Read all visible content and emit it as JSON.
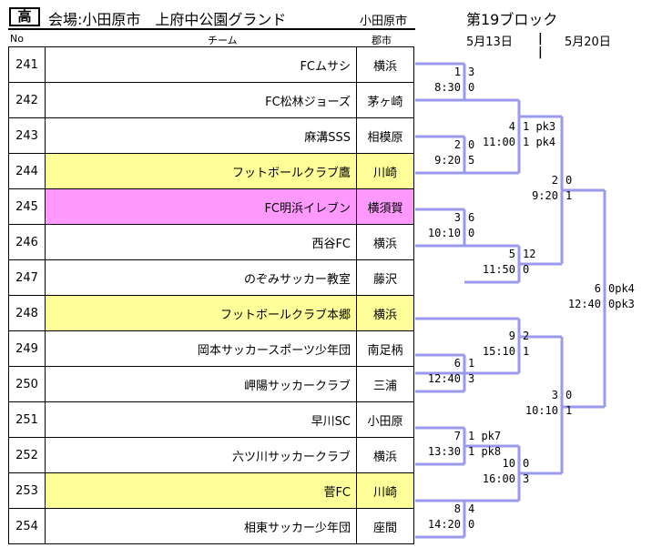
{
  "header": {
    "badge": "高",
    "venue": "会場:小田原市　上府中公園グランド",
    "region": "小田原市",
    "block": "第19ブロック",
    "date1": "5月13日",
    "separator": "|",
    "date2": "5月20日",
    "col_no": "No",
    "col_team": "チーム",
    "col_city": "郡市"
  },
  "teams": [
    {
      "no": "241",
      "name": "FCムサシ",
      "city": "横浜",
      "bg": "white"
    },
    {
      "no": "242",
      "name": "FC松林ジョーズ",
      "city": "茅ヶ崎",
      "bg": "white"
    },
    {
      "no": "243",
      "name": "麻溝SSS",
      "city": "相模原",
      "bg": "white"
    },
    {
      "no": "244",
      "name": "フットボールクラブ鷹",
      "city": "川崎",
      "bg": "yellow"
    },
    {
      "no": "245",
      "name": "FC明浜イレブン",
      "city": "横須賀",
      "bg": "pink"
    },
    {
      "no": "246",
      "name": "西谷FC",
      "city": "横浜",
      "bg": "white"
    },
    {
      "no": "247",
      "name": "のぞみサッカー教室",
      "city": "藤沢",
      "bg": "white"
    },
    {
      "no": "248",
      "name": "フットボールクラブ本郷",
      "city": "横浜",
      "bg": "yellow"
    },
    {
      "no": "249",
      "name": "岡本サッカースポーツ少年団",
      "city": "南足柄",
      "bg": "white"
    },
    {
      "no": "250",
      "name": "岬陽サッカークラブ",
      "city": "三浦",
      "bg": "white"
    },
    {
      "no": "251",
      "name": "早川SC",
      "city": "小田原",
      "bg": "white"
    },
    {
      "no": "252",
      "name": "六ツ川サッカークラブ",
      "city": "横浜",
      "bg": "white"
    },
    {
      "no": "253",
      "name": "菅FC",
      "city": "川崎",
      "bg": "yellow"
    },
    {
      "no": "254",
      "name": "相東サッカー少年団",
      "city": "座間",
      "bg": "white"
    }
  ],
  "bracket": {
    "line_color": "#9999ee",
    "matches": [
      {
        "id": "m1",
        "time": "8:30",
        "score_top": "1",
        "score_bottom": "3",
        "pk_top": "",
        "pk_bottom": "0"
      },
      {
        "id": "m2",
        "time": "9:20",
        "score_top": "2",
        "score_bottom": "0",
        "pk_top": "",
        "pk_bottom": "5"
      },
      {
        "id": "m3",
        "time": "10:10",
        "score_top": "3",
        "score_bottom": "6",
        "pk_top": "",
        "pk_bottom": "0"
      },
      {
        "id": "m4",
        "time": "12:40",
        "score_top": "6",
        "score_bottom": "1",
        "pk_top": "",
        "pk_bottom": "3"
      },
      {
        "id": "m5",
        "time": "13:30",
        "score_top": "7",
        "score_bottom": "1 pk7",
        "pk_top": "",
        "pk_bottom": "1 pk8"
      },
      {
        "id": "m6",
        "time": "14:20",
        "score_top": "8",
        "score_bottom": "4",
        "pk_top": "",
        "pk_bottom": "0"
      },
      {
        "id": "m7",
        "time": "11:00",
        "score_top": "4",
        "score_bottom": "1 pk3",
        "pk_top": "",
        "pk_bottom": "1 pk4"
      },
      {
        "id": "m8",
        "time": "11:50",
        "score_top": "5",
        "score_bottom": "12",
        "pk_top": "",
        "pk_bottom": "0"
      },
      {
        "id": "m9",
        "time": "15:10",
        "score_top": "9",
        "score_bottom": "2",
        "pk_top": "",
        "pk_bottom": "1"
      },
      {
        "id": "m10",
        "time": "16:00",
        "score_top": "10",
        "score_bottom": "0",
        "pk_top": "",
        "pk_bottom": "3"
      },
      {
        "id": "m11",
        "time": "9:20",
        "score_top": "2",
        "score_bottom": "0",
        "pk_top": "",
        "pk_bottom": "1"
      },
      {
        "id": "m12",
        "time": "10:10",
        "score_top": "3",
        "score_bottom": "0",
        "pk_top": "",
        "pk_bottom": "1"
      },
      {
        "id": "m13",
        "time": "12:40",
        "score_top": "6",
        "score_bottom": "0pk4",
        "pk_top": "",
        "pk_bottom": "0pk3"
      }
    ]
  }
}
